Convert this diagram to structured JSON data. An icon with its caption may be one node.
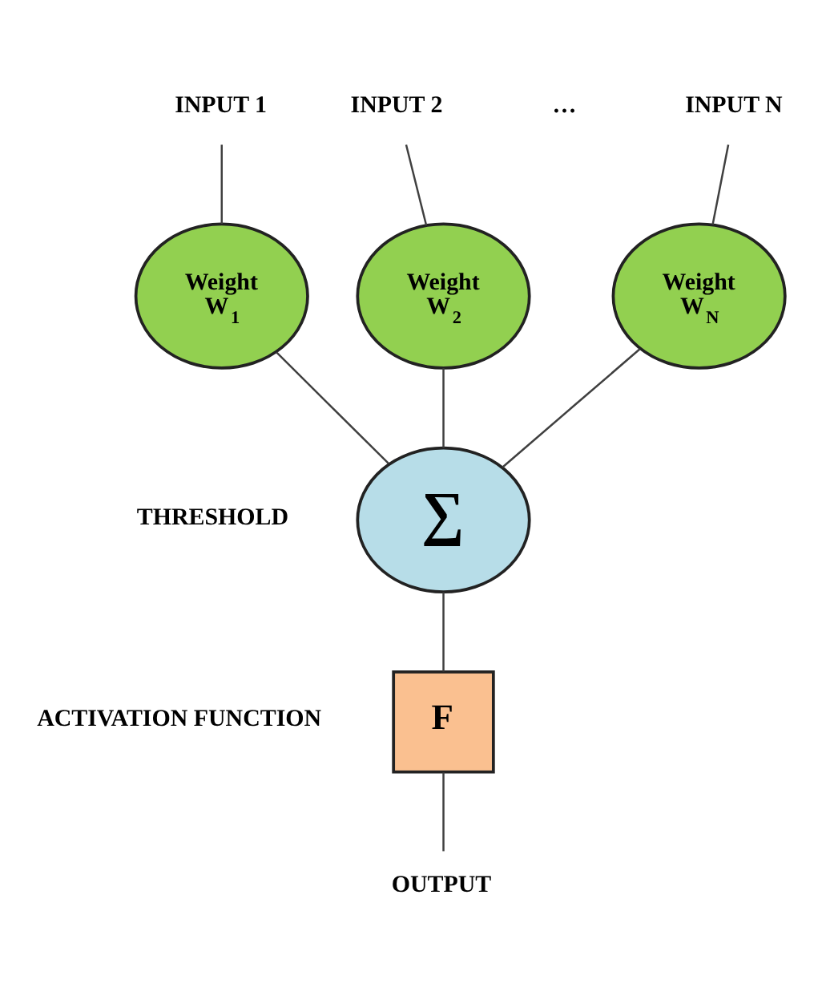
{
  "diagram": {
    "nodes": [
      {
        "text": [
          "INPUT 1"
        ]
      },
      {
        "text": [
          "INPUT 2"
        ]
      },
      {
        "text": [
          "INPUT N"
        ]
      },
      {
        "text": [
          "Weight",
          "W$_{1}$"
        ]
      },
      {
        "text": [
          "Weight",
          "W$_{2}$"
        ]
      },
      {
        "text": [
          "Weight",
          "W$_{N}$"
        ]
      },
      {
        "text": [
          "∑"
        ],
        "beside": [
          "THRESHOLD"
        ]
      },
      {
        "text": [
          "F"
        ],
        "beside": [
          "ACTIVATION FUNCTION"
        ]
      },
      {
        "text": [
          "OUTPUT"
        ]
      }
    ],
    "edges": [
      {
        "from": 0,
        "to": 3,
        "arrow": "none"
      },
      {
        "from": 1,
        "to": 4,
        "arrow": "none"
      },
      {
        "from": 2,
        "to": 5,
        "arrow": "none"
      },
      {
        "from": 3,
        "to": 6,
        "arrow": "none"
      },
      {
        "from": 4,
        "to": 6,
        "arrow": "none"
      },
      {
        "from": 5,
        "to": 6,
        "arrow": "none"
      },
      {
        "from": 6,
        "to": 7,
        "arrow": "none"
      },
      {
        "from": 7,
        "to": 8,
        "arrow": "none"
      }
    ],
    "labels": [
      "…"
    ]
  }
}
